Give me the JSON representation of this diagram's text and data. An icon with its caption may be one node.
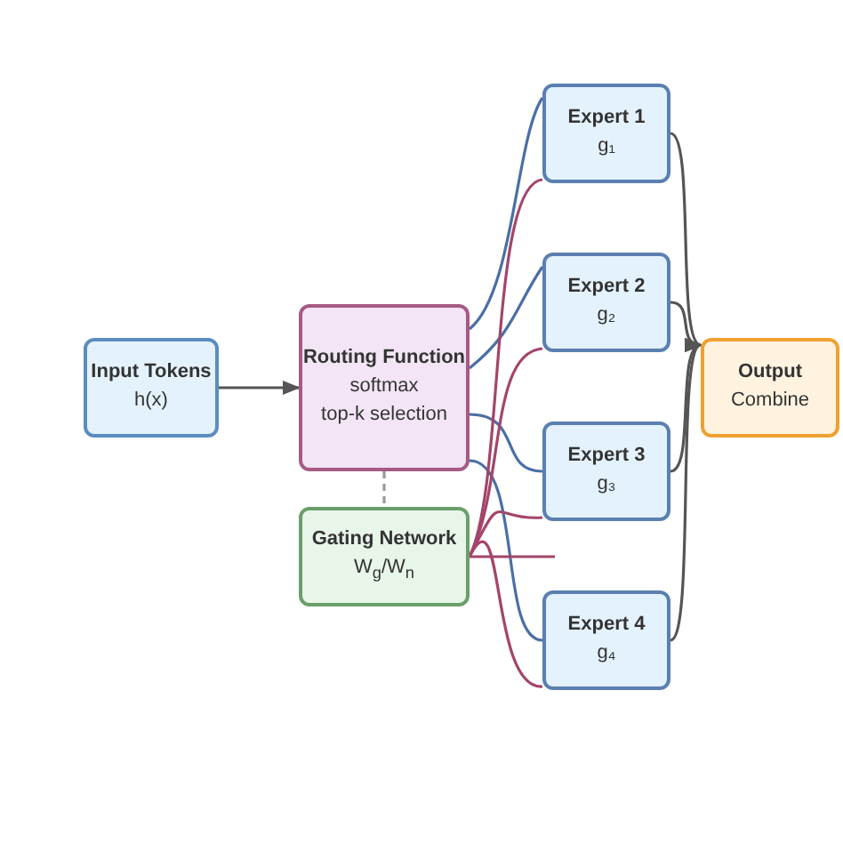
{
  "diagram": {
    "nodes": [
      {
        "text": [
          "Input Tokens",
          "h(x)"
        ]
      },
      {
        "text": [
          "Routing Function",
          "softmax",
          "top-k selection"
        ]
      },
      {
        "text": [
          "Gating Network",
          "W$_{g}$/W$_{n}$"
        ]
      },
      {
        "text": [
          "Expert 1",
          "g₁"
        ]
      },
      {
        "text": [
          "Expert 2",
          "g₂"
        ]
      },
      {
        "text": [
          "Expert 3",
          "g₃"
        ]
      },
      {
        "text": [
          "Expert 4",
          "g₄"
        ]
      },
      {
        "text": [
          "Output",
          "Combine"
        ]
      }
    ],
    "edges": [
      {
        "from": 0,
        "to": 1,
        "arrow": "to"
      },
      {
        "from": 1,
        "to": 2,
        "arrow": "none",
        "style": "dashed",
        "color": "#999999"
      },
      {
        "from": 1,
        "to": 3,
        "arrow": "none",
        "color": "#4a6fa5"
      },
      {
        "from": 1,
        "to": 4,
        "arrow": "none",
        "color": "#4a6fa5"
      },
      {
        "from": 1,
        "to": 5,
        "arrow": "none",
        "color": "#4a6fa5"
      },
      {
        "from": 1,
        "to": 6,
        "arrow": "none",
        "color": "#4a6fa5"
      },
      {
        "from": 2,
        "to": 3,
        "arrow": "none",
        "color": "#a3456a"
      },
      {
        "from": 2,
        "to": 4,
        "arrow": "none",
        "color": "#a3456a"
      },
      {
        "from": 2,
        "to": 5,
        "arrow": "none",
        "color": "#a3456a"
      },
      {
        "from": 2,
        "to": 6,
        "arrow": "none",
        "color": "#a3456a"
      },
      {
        "from": 2,
        "to": null,
        "arrow": "none",
        "color": "#a3456a"
      },
      {
        "from": 3,
        "to": 7,
        "arrow": "to"
      },
      {
        "from": 4,
        "to": 7,
        "arrow": "to"
      },
      {
        "from": 5,
        "to": 7,
        "arrow": "to"
      },
      {
        "from": 6,
        "to": 7,
        "arrow": "to"
      }
    ]
  }
}
